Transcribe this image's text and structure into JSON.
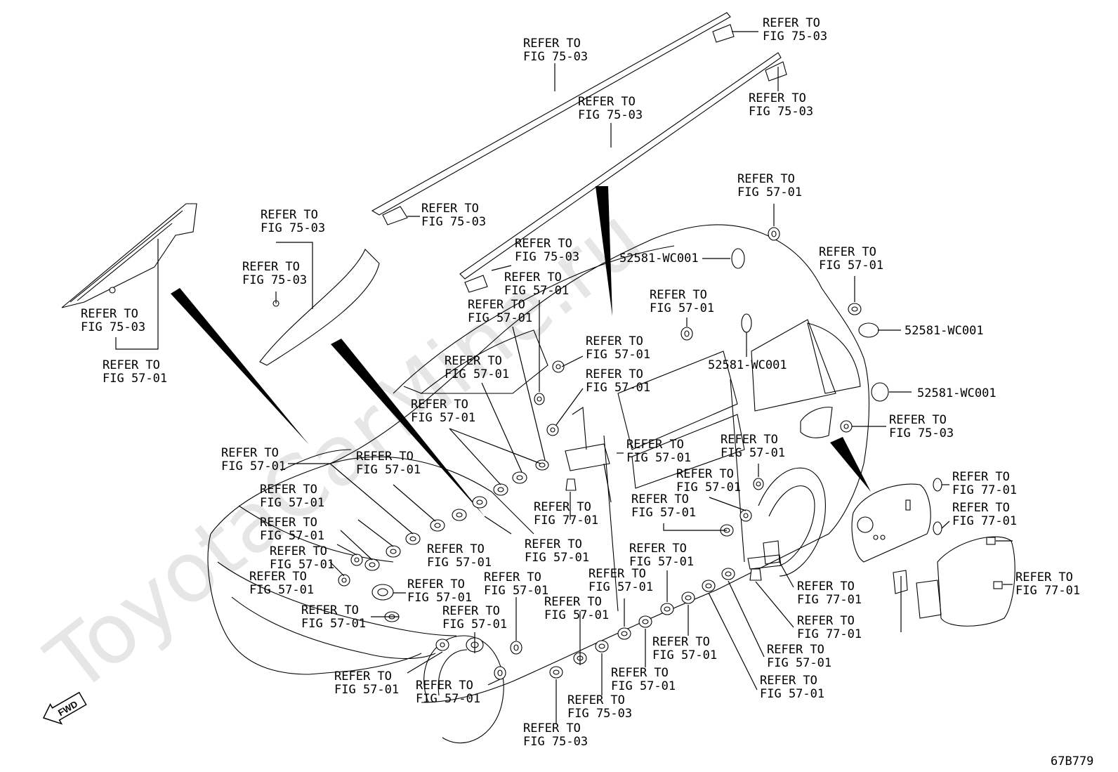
{
  "watermark": "ToyotaCarMine.ru",
  "drawing_code": "67B779",
  "fwd_label": "FWD",
  "callouts": [
    {
      "id": "c1",
      "lines": [
        "REFER TO",
        "FIG 75-03"
      ]
    },
    {
      "id": "c2",
      "lines": [
        "REFER TO",
        "FIG 75-03"
      ]
    },
    {
      "id": "c3",
      "lines": [
        "REFER TO",
        "FIG 75-03"
      ]
    },
    {
      "id": "c4",
      "lines": [
        "REFER TO",
        "FIG 75-03"
      ]
    },
    {
      "id": "c5",
      "lines": [
        "REFER TO",
        "FIG 75-03"
      ]
    },
    {
      "id": "c6",
      "lines": [
        "REFER TO",
        "FIG 75-03"
      ]
    },
    {
      "id": "c7",
      "lines": [
        "REFER TO",
        "FIG 75-03"
      ]
    },
    {
      "id": "c8",
      "lines": [
        "REFER TO",
        "FIG 75-03"
      ]
    },
    {
      "id": "c9",
      "lines": [
        "REFER TO",
        "FIG 75-03"
      ]
    },
    {
      "id": "c10",
      "lines": [
        "REFER TO",
        "FIG 57-01"
      ]
    },
    {
      "id": "c11",
      "lines": [
        "REFER TO",
        "FIG 57-01"
      ]
    },
    {
      "id": "c12",
      "lines": [
        "REFER TO",
        "FIG 57-01"
      ]
    },
    {
      "id": "c13",
      "lines": [
        "REFER TO",
        "FIG 57-01"
      ]
    },
    {
      "id": "c14",
      "lines": [
        "REFER TO",
        "FIG 57-01"
      ]
    },
    {
      "id": "c15",
      "lines": [
        "REFER TO",
        "FIG 57-01"
      ]
    },
    {
      "id": "c16",
      "lines": [
        "REFER TO",
        "FIG 57-01"
      ]
    },
    {
      "id": "c17",
      "lines": [
        "REFER TO",
        "FIG 57-01"
      ]
    },
    {
      "id": "c18",
      "lines": [
        "REFER TO",
        "FIG 57-01"
      ]
    },
    {
      "id": "c19",
      "lines": [
        "REFER TO",
        "FIG 57-01"
      ]
    },
    {
      "id": "c20",
      "lines": [
        "REFER TO",
        "FIG 75-03"
      ]
    },
    {
      "id": "c21",
      "lines": [
        "REFER TO",
        "FIG 57-01"
      ]
    },
    {
      "id": "c22",
      "lines": [
        "REFER TO",
        "FIG 57-01"
      ]
    },
    {
      "id": "c23",
      "lines": [
        "REFER TO",
        "FIG 57-01"
      ]
    },
    {
      "id": "c24",
      "lines": [
        "REFER TO",
        "FIG 57-01"
      ]
    },
    {
      "id": "c25",
      "lines": [
        "REFER TO",
        "FIG 57-01"
      ]
    },
    {
      "id": "c26",
      "lines": [
        "REFER TO",
        "FIG 57-01"
      ]
    },
    {
      "id": "c27",
      "lines": [
        "REFER TO",
        "FIG 57-01"
      ]
    },
    {
      "id": "c28",
      "lines": [
        "REFER TO",
        "FIG 57-01"
      ]
    },
    {
      "id": "c29",
      "lines": [
        "REFER TO",
        "FIG 57-01"
      ]
    },
    {
      "id": "c30",
      "lines": [
        "REFER TO",
        "FIG 57-01"
      ]
    },
    {
      "id": "c31",
      "lines": [
        "REFER TO",
        "FIG 57-01"
      ]
    },
    {
      "id": "c32",
      "lines": [
        "REFER TO",
        "FIG 57-01"
      ]
    },
    {
      "id": "c33",
      "lines": [
        "REFER TO",
        "FIG 57-01"
      ]
    },
    {
      "id": "c34",
      "lines": [
        "REFER TO",
        "FIG 57-01"
      ]
    },
    {
      "id": "c35",
      "lines": [
        "REFER TO",
        "FIG 57-01"
      ]
    },
    {
      "id": "c36",
      "lines": [
        "REFER TO",
        "FIG 57-01"
      ]
    },
    {
      "id": "c37",
      "lines": [
        "REFER TO",
        "FIG 57-01"
      ]
    },
    {
      "id": "c38",
      "lines": [
        "REFER TO",
        "FIG 57-01"
      ]
    },
    {
      "id": "c39",
      "lines": [
        "REFER TO",
        "FIG 57-01"
      ]
    },
    {
      "id": "c40",
      "lines": [
        "REFER TO",
        "FIG 57-01"
      ]
    },
    {
      "id": "c41",
      "lines": [
        "REFER TO",
        "FIG 57-01"
      ]
    },
    {
      "id": "c42",
      "lines": [
        "REFER TO",
        "FIG 57-01"
      ]
    },
    {
      "id": "c43",
      "lines": [
        "REFER TO",
        "FIG 57-01"
      ]
    },
    {
      "id": "c44",
      "lines": [
        "REFER TO",
        "FIG 57-01"
      ]
    },
    {
      "id": "c45",
      "lines": [
        "REFER TO",
        "FIG 57-01"
      ]
    },
    {
      "id": "c46",
      "lines": [
        "REFER TO",
        "FIG 75-03"
      ]
    },
    {
      "id": "c47",
      "lines": [
        "REFER TO",
        "FIG 75-03"
      ]
    },
    {
      "id": "c48",
      "lines": [
        "REFER TO",
        "FIG 77-01"
      ]
    },
    {
      "id": "c49",
      "lines": [
        "REFER TO",
        "FIG 77-01"
      ]
    },
    {
      "id": "c50",
      "lines": [
        "REFER TO",
        "FIG 77-01"
      ]
    },
    {
      "id": "c51",
      "lines": [
        "REFER TO",
        "FIG 77-01"
      ]
    },
    {
      "id": "c52",
      "lines": [
        "REFER TO",
        "FIG 77-01"
      ]
    }
  ],
  "part_numbers": [
    {
      "id": "p1",
      "text": "52581-WC001"
    },
    {
      "id": "p2",
      "text": "52581-WC001"
    },
    {
      "id": "p3",
      "text": "52581-WC001"
    },
    {
      "id": "p4",
      "text": "52581-WC001"
    }
  ]
}
